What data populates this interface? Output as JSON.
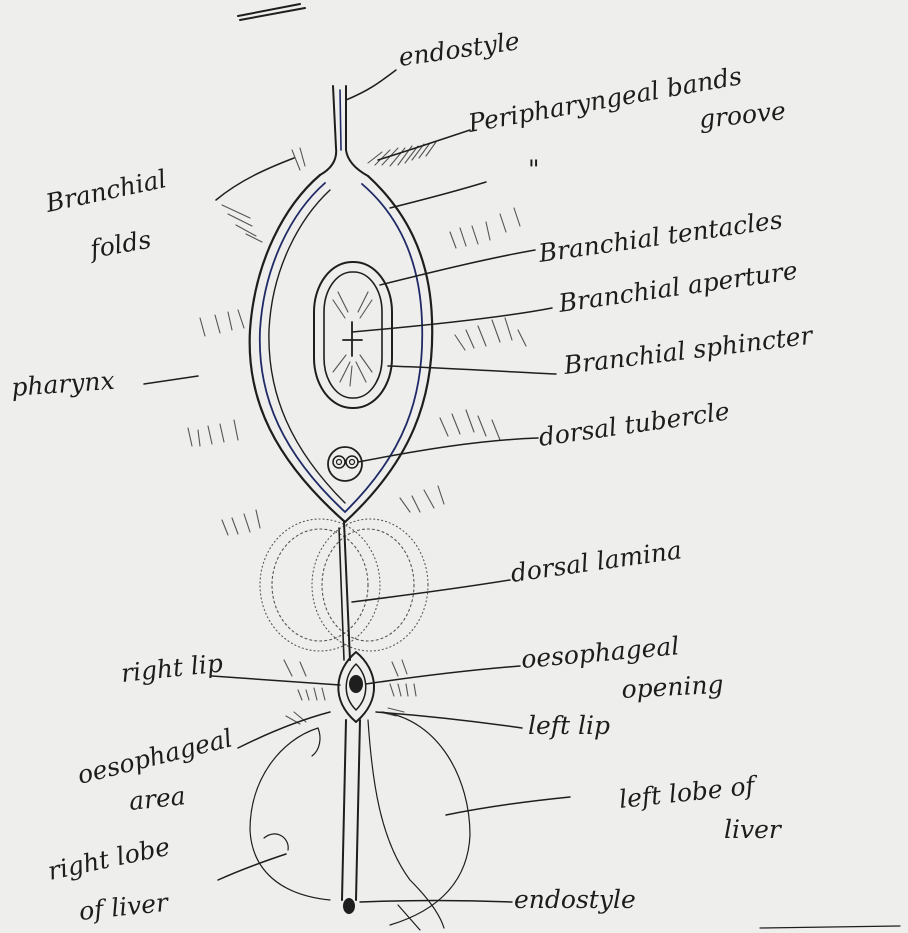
{
  "labels": {
    "endostyle_top": "endostyle",
    "peripharyngeal_1": "Peripharyngeal bands",
    "peripharyngeal_2": "groove",
    "ditto": "\"",
    "branchial_folds_1": "Branchial",
    "branchial_folds_2": "folds",
    "branchial_tentacles": "Branchial tentacles",
    "branchial_aperture": "Branchial aperture",
    "branchial_sphincter": "Branchial sphincter",
    "pharynx": "pharynx",
    "dorsal_tubercle": "dorsal tubercle",
    "dorsal_lamina": "dorsal lamina",
    "right_lip": "right lip",
    "oesophageal_opening_1": "oesophageal",
    "oesophageal_opening_2": "opening",
    "left_lip": "left lip",
    "oesophageal_area_1": "oesophageal",
    "oesophageal_area_2": "area",
    "left_lobe_1": "left lobe of",
    "left_lobe_2": "liver",
    "right_lobe_1": "right lobe",
    "right_lobe_2": "of liver",
    "endostyle_bottom": "endostyle"
  },
  "colors": {
    "paper": "#eeeeec",
    "ink": "#1e1e1e",
    "blue_ink": "#1f2a66"
  }
}
